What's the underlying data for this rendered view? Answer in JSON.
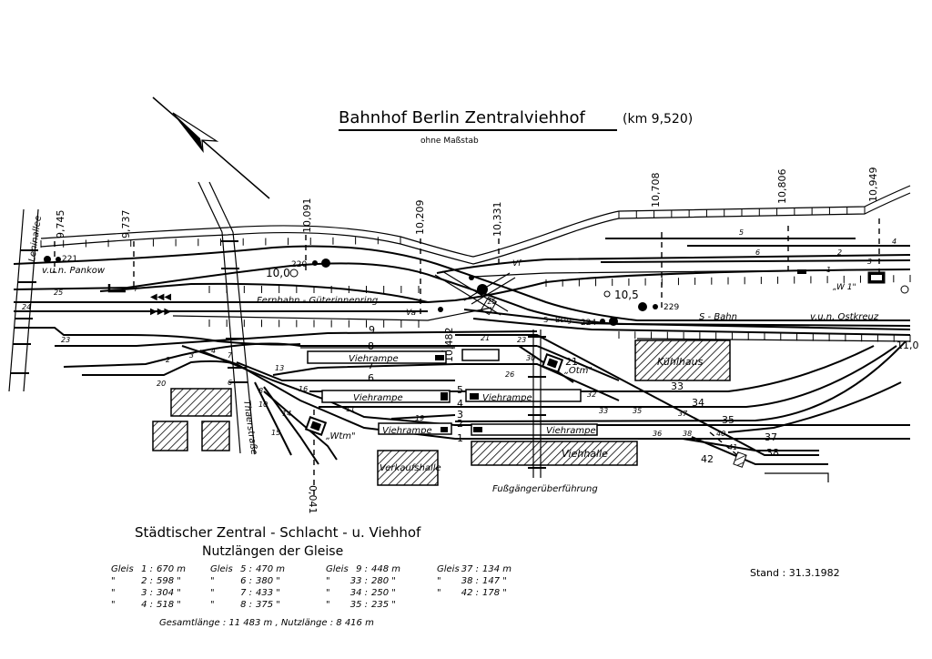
{
  "title": {
    "main": "Bahnhof Berlin Zentralviehhof",
    "km": "(km 9,520)",
    "subtitle": "ohne Maßstab"
  },
  "north_arrow": "north-arrow",
  "km_markers": [
    "9,745",
    "9,737",
    "10,091",
    "10,209",
    "10,331",
    "10,708",
    "10,806",
    "10,949",
    "10,482",
    "0,041"
  ],
  "streets": {
    "leninallee": "Leninallee",
    "thaerstrasse": "Thaerstraße"
  },
  "line_labels": {
    "pankow": "v.u.n. Pankow",
    "fernbahn": "Fernbahn - Güterinnenring",
    "sbahn": "S - Bahn",
    "ostkreuz": "v.u.n. Ostkreuz",
    "s_bstg": "S - Bstg.",
    "vf": "Vf",
    "va": "Va",
    "f": "F",
    "w1": "„W 1\""
  },
  "signals": [
    "221",
    "220",
    "229",
    "224"
  ],
  "km_posts": [
    "10,0",
    "10,5",
    "11,0"
  ],
  "tracks": [
    "1",
    "2",
    "3",
    "4",
    "5",
    "6",
    "7",
    "8",
    "9",
    "21",
    "33",
    "34",
    "35",
    "37",
    "38",
    "42"
  ],
  "switches": {
    "left": [
      "25",
      "24",
      "23",
      "2",
      "3",
      "4",
      "7",
      "20",
      "6",
      "8",
      "10",
      "13",
      "16",
      "14",
      "15",
      "11",
      "19"
    ],
    "middle": [
      "21",
      "23",
      "30",
      "26",
      "32",
      "33",
      "35",
      "37",
      "36",
      "38",
      "40",
      "41"
    ],
    "upper_right": [
      "5",
      "6",
      "2",
      "4",
      "3",
      "1"
    ],
    "crossing": "25"
  },
  "buildings": {
    "viehrampe": "Viehrampe",
    "kuhlhaus": "Kühlhaus",
    "viehhalle": "Viehhalle",
    "verkaufshalle": "Verkaufshalle",
    "wtm": "„Wtm\"",
    "otm": "„Otm\""
  },
  "footbridge": "Fußgängerüberführung",
  "legend": {
    "title": "Städtischer Zentral - Schlacht - u. Viehhof",
    "subtitle": "Nutzlängen der Gleise",
    "columns": [
      [
        {
          "prefix": "Gleis",
          "track": "1",
          "length": "670 m"
        },
        {
          "prefix": "\"",
          "track": "2",
          "length": "598 \""
        },
        {
          "prefix": "\"",
          "track": "3",
          "length": "304 \""
        },
        {
          "prefix": "\"",
          "track": "4",
          "length": "518 \""
        }
      ],
      [
        {
          "prefix": "Gleis",
          "track": "5",
          "length": "470 m"
        },
        {
          "prefix": "\"",
          "track": "6",
          "length": "380 \""
        },
        {
          "prefix": "\"",
          "track": "7",
          "length": "433 \""
        },
        {
          "prefix": "\"",
          "track": "8",
          "length": "375 \""
        }
      ],
      [
        {
          "prefix": "Gleis",
          "track": "9",
          "length": "448 m"
        },
        {
          "prefix": "\"",
          "track": "33",
          "length": "280 \""
        },
        {
          "prefix": "\"",
          "track": "34",
          "length": "250 \""
        },
        {
          "prefix": "\"",
          "track": "35",
          "length": "235 \""
        }
      ],
      [
        {
          "prefix": "Gleis",
          "track": "37",
          "length": "134 m"
        },
        {
          "prefix": "\"",
          "track": "38",
          "length": "147 \""
        },
        {
          "prefix": "\"",
          "track": "42",
          "length": "178 \""
        }
      ]
    ],
    "total": "Gesamtlänge : 11 483 m , Nutzlänge : 8 416 m"
  },
  "stand": "Stand : 31.3.1982"
}
